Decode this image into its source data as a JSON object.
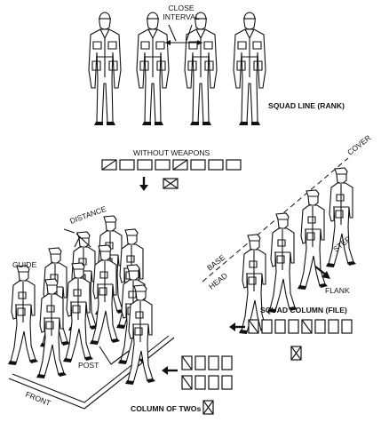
{
  "labels": {
    "close_interval": [
      "CLOSE",
      "INTERVAL"
    ],
    "squad_line": "SQUAD LINE (RANK)",
    "without_weapons": "WITHOUT WEAPONS",
    "cover": "COVER",
    "distance": "DISTANCE",
    "guide": "GUIDE",
    "base": "BASE",
    "head": "HEAD",
    "step": "STEP",
    "flank": "FLANK",
    "squad_column": "SQUAD COLUMN (FILE)",
    "post": "POST",
    "front": "FRONT",
    "column_of_twos": "COLUMN OF TWOs"
  }
}
